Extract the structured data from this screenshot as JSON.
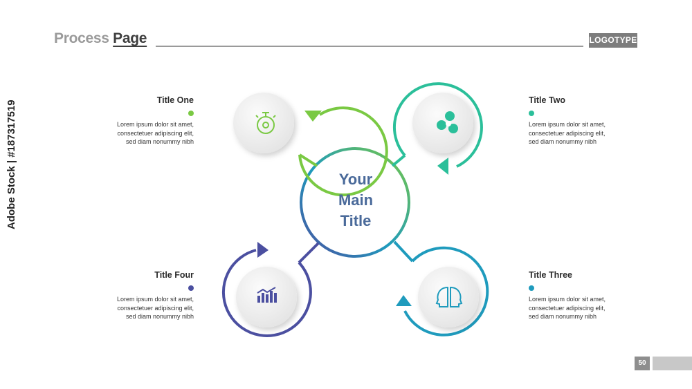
{
  "header": {
    "title_light": "Process",
    "title_bold": "Page",
    "logotype": "LOGOTYPE"
  },
  "center": {
    "lines": [
      "Your",
      "Main",
      "Title"
    ]
  },
  "steps": [
    {
      "title": "Title One",
      "body": "Lorem ipsum dolor sit amet,\nconsectetuer adipiscing elit,\nsed diam nonummy nibh",
      "icon": "stopwatch-icon",
      "color": "#7ac943"
    },
    {
      "title": "Title Two",
      "body": "Lorem ipsum dolor sit amet,\nconsectetuer adipiscing elit,\nsed diam nonummy nibh",
      "icon": "chat-bubbles-icon",
      "color": "#2bbf9a"
    },
    {
      "title": "Title Three",
      "body": "Lorem ipsum dolor sit amet,\nconsectetuer adipiscing elit,\nsed diam nonummy nibh",
      "icon": "two-heads-icon",
      "color": "#1f9bbd"
    },
    {
      "title": "Title Four",
      "body": "Lorem ipsum dolor sit amet,\nconsectetuer adipiscing elit,\nsed diam nonummy nibh",
      "icon": "bar-chart-icon",
      "color": "#4b4fa0"
    }
  ],
  "footer": {
    "page_number": "50"
  },
  "watermark": "Adobe Stock | #187317519"
}
